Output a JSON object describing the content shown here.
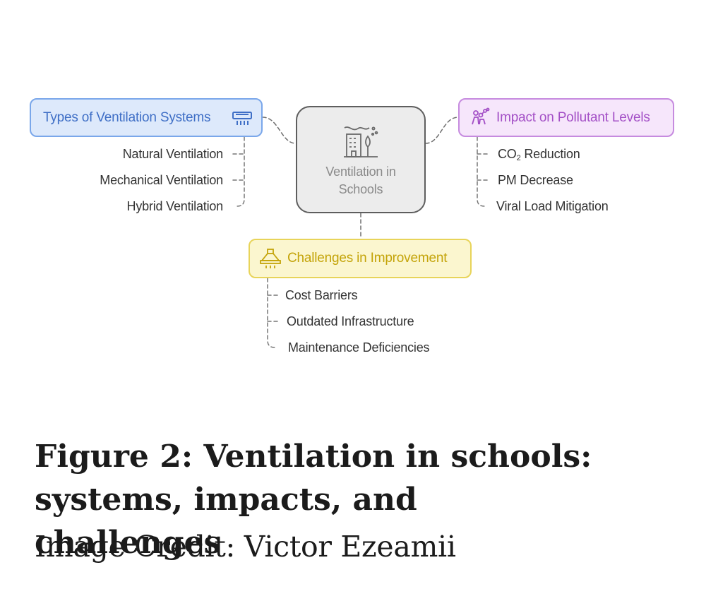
{
  "diagram": {
    "center": {
      "label": "Ventilation in\nSchools",
      "icon": "building-air-icon"
    },
    "branches": {
      "types": {
        "label": "Types of Ventilation Systems",
        "icon": "air-vent-icon",
        "color": "#3f6fc6",
        "items": [
          "Natural Ventilation",
          "Mechanical Ventilation",
          "Hybrid Ventilation"
        ]
      },
      "impact": {
        "label": "Impact on Pollutant Levels",
        "icon": "people-molecules-icon",
        "color": "#a34fc6",
        "items": [
          {
            "prefix": "CO",
            "sub": "2",
            "suffix": " Reduction"
          },
          "PM Decrease",
          "Viral Load Mitigation"
        ]
      },
      "challenges": {
        "label": "Challenges in Improvement",
        "icon": "exhaust-hood-icon",
        "color": "#c4a40a",
        "items": [
          "Cost Barriers",
          "Outdated Infrastructure",
          "Maintenance Deficiencies"
        ]
      }
    }
  },
  "caption": {
    "title": "Figure 2: Ventilation in schools: systems, impacts, and challenges",
    "credit": "Image Credit: Victor Ezeamii"
  }
}
